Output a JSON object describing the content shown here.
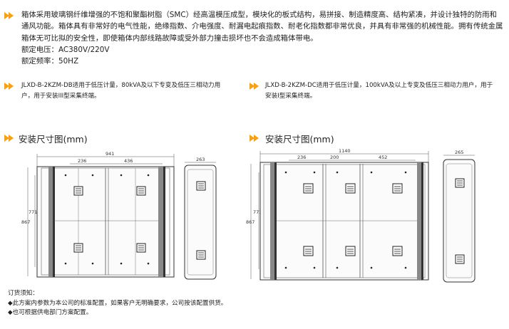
{
  "intro": {
    "paragraph": "箱体采用玻璃钢纤维增强的不饱和聚酯树脂（SMC）经高温模压成型，模块化的板式结构，易拼接、制造精度高、结构紧凑，并设计独特的防雨和通风功能。箱体具有非常好的电气性能，绝缘指数、介电强度、耐漏电起痕指数、耐老化指数都非常优良，并具有非常强的机械性能。拥有传统金属箱体无可比拟的安全性，即使箱体内部线路故障或受外部力撞击损坏也不会造成箱体带电。",
    "voltage": "额定电压：AC380V/220V",
    "frequency": "额定频率：50HZ"
  },
  "models": [
    {
      "text": "JLXD-B-2KZM-DB适用于低压计量，80kVA及以下专变及低压三相动力用户，用于安装III型采集终端。"
    },
    {
      "text": "JLXD-B-2KZM-DC适用于低压计量，100kVA及以上专变及低压三相动力用户，用于安装I型采集终端。"
    }
  ],
  "sections": [
    {
      "title": "安装尺寸图(mm)"
    },
    {
      "title": "安装尺寸图(mm)"
    }
  ],
  "drawing_left": {
    "width_total": "941",
    "seg1": "236",
    "seg2": "436",
    "height_inner": "771",
    "height_total": "867",
    "depth": "263"
  },
  "drawing_right": {
    "width_total": "1140",
    "seg1": "236",
    "seg2": "200",
    "seg3": "452",
    "height_inner": "771",
    "height_total": "867",
    "depth": "265"
  },
  "notes": {
    "title": "订货须知：",
    "lines": [
      "◆此方案内参数为本公司的标准配置，如果客户无明确要求，公司按该配置供货。",
      "◆也可根据供电部门方案配置。"
    ]
  },
  "colors": {
    "accent": "#f2a01e"
  }
}
